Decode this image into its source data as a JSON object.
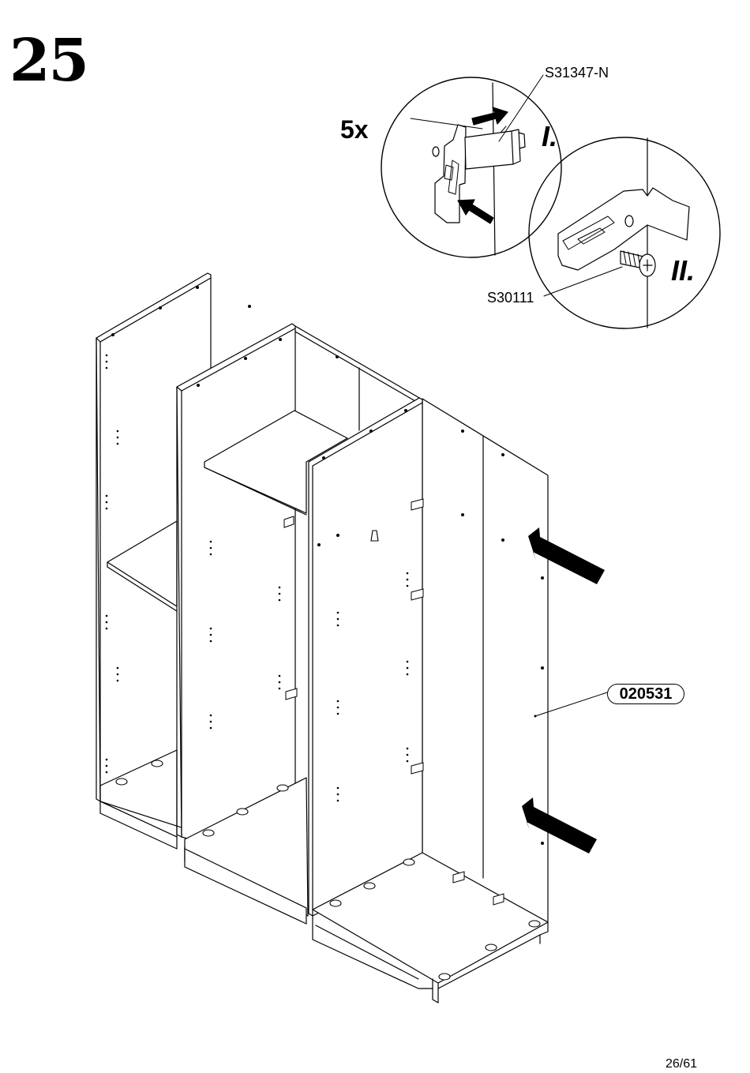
{
  "step": {
    "number": "25"
  },
  "quantity": "5x",
  "parts": {
    "bracket_code": "S31347-N",
    "screw_code": "S30111",
    "panel_code": "020531"
  },
  "detail_steps": {
    "first": "I.",
    "second": "II."
  },
  "page": {
    "number": "26/61"
  }
}
